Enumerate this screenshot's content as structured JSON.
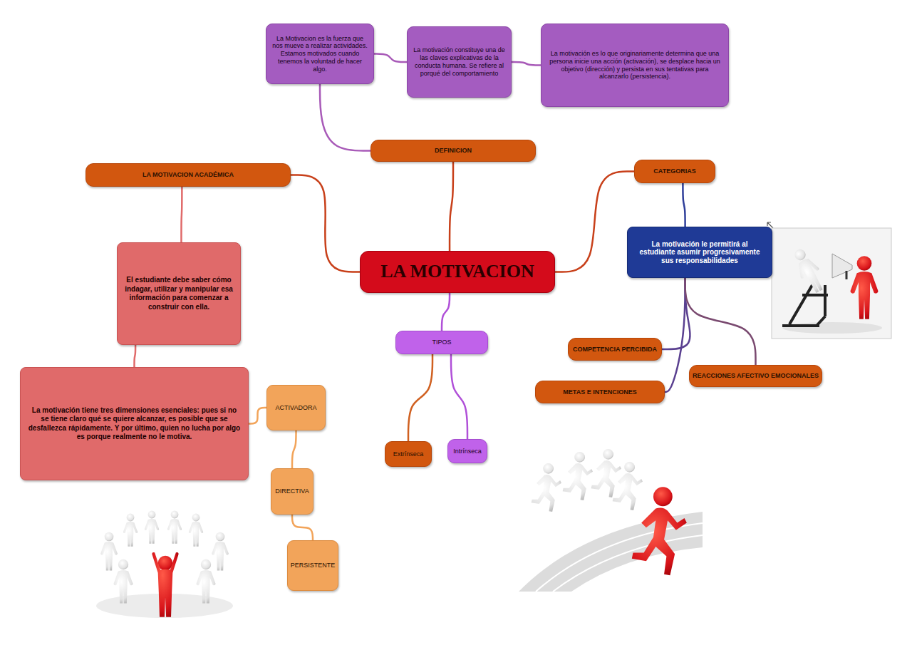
{
  "diagram": {
    "nodes": [
      {
        "text": [
          "La Motivacion es la fuerza que nos mueve a realizar actividades. Estamos motivados cuando tenemos la voluntad de hacer algo."
        ]
      },
      {
        "text": [
          "La motivación constituye una de las claves explicativas de la conducta humana. Se refiere al porqué del comportamiento"
        ]
      },
      {
        "text": [
          "La motivación es lo que originariamente determina que una persona inicie una acción (activación), se desplace hacia un objetivo (dirección) y persista en sus tentativas para alcanzarlo (persistencia)."
        ]
      },
      {
        "text": [
          "DEFINICION"
        ]
      },
      {
        "text": [
          "LA MOTIVACION ACADÉMICA"
        ]
      },
      {
        "text": [
          "CATEGORIAS"
        ]
      },
      {
        "text": [
          "La motivación le permitirá al estudiante asumir progresivamente sus responsabilidades"
        ]
      },
      {
        "text": [
          "El estudiante debe saber cómo indagar, utilizar y manipular esa información para comenzar a construir con ella."
        ]
      },
      {
        "text": [
          "LA MOTIVACION"
        ]
      },
      {
        "text": [
          "TIPOS"
        ]
      },
      {
        "text": [
          "COMPETENCIA PERCIBIDA"
        ]
      },
      {
        "text": [
          "REACCIONES AFECTIVO EMOCIONALES"
        ]
      },
      {
        "text": [
          "La motivación tiene tres dimensiones esenciales: pues si no se tiene claro qué se quiere alcanzar, es posible que se desfallezca rápidamente. Y por último, quien no lucha por algo es porque realmente no le motiva."
        ]
      },
      {
        "text": [
          "METAS E INTENCIONES"
        ]
      },
      {
        "text": [
          "ACTIVADORA"
        ]
      },
      {
        "text": [
          "Extrínseca"
        ]
      },
      {
        "text": [
          "Intrínseca"
        ]
      },
      {
        "text": [
          "DIRECTIVA"
        ]
      },
      {
        "text": [
          "PERSISTENTE"
        ]
      }
    ],
    "edges": [
      {
        "from": 8,
        "to": 3,
        "arrow": "none"
      },
      {
        "from": 3,
        "to": 0,
        "arrow": "none"
      },
      {
        "from": 0,
        "to": 1,
        "arrow": "none"
      },
      {
        "from": 1,
        "to": 2,
        "arrow": "none"
      },
      {
        "from": 8,
        "to": 4,
        "arrow": "none"
      },
      {
        "from": 4,
        "to": 7,
        "arrow": "none"
      },
      {
        "from": 7,
        "to": 12,
        "arrow": "none"
      },
      {
        "from": 12,
        "to": 14,
        "arrow": "none"
      },
      {
        "from": 14,
        "to": 17,
        "arrow": "none"
      },
      {
        "from": 17,
        "to": 18,
        "arrow": "none"
      },
      {
        "from": 8,
        "to": 5,
        "arrow": "none"
      },
      {
        "from": 5,
        "to": 6,
        "arrow": "none"
      },
      {
        "from": 6,
        "to": 10,
        "arrow": "none"
      },
      {
        "from": 6,
        "to": 13,
        "arrow": "none"
      },
      {
        "from": 6,
        "to": 11,
        "arrow": "none"
      },
      {
        "from": 8,
        "to": 9,
        "arrow": "none"
      },
      {
        "from": 9,
        "to": 15,
        "arrow": "none"
      },
      {
        "from": 9,
        "to": 16,
        "arrow": "none"
      }
    ]
  }
}
